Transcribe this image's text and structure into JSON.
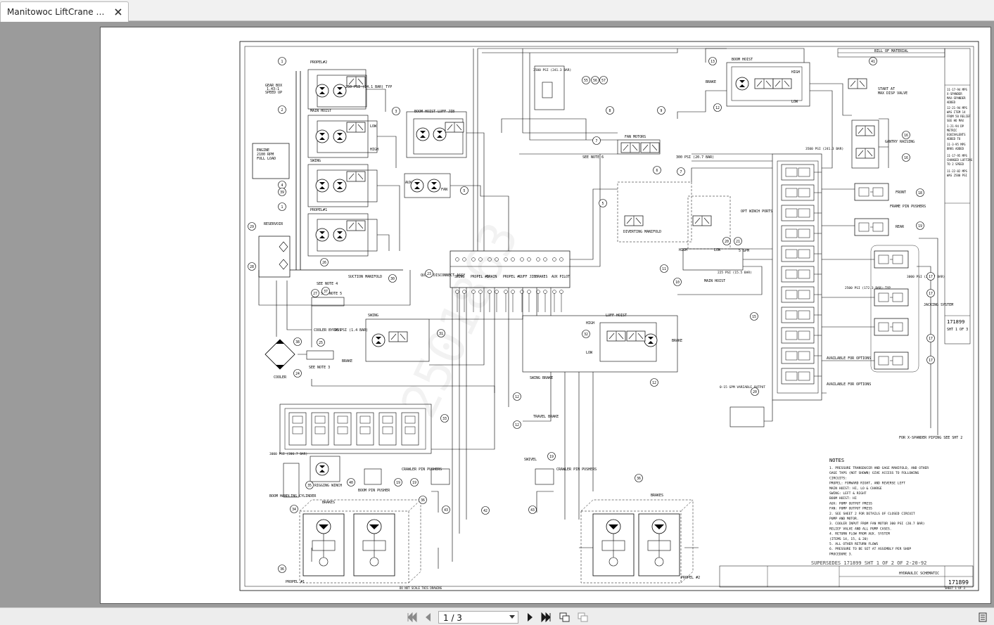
{
  "tab": {
    "title": "Manitowoc LiftCrane M-..."
  },
  "toolbar": {
    "page_indicator": "1 / 3"
  },
  "drawing": {
    "labels": {
      "propel2": "PROPEL#2",
      "main_hoist": "MAIN HOIST",
      "swing": "SWING",
      "propel1": "PROPEL#1",
      "gear_box": "GEAR BOX",
      "gear_ratio": "1.43:1",
      "speed_up": "SPEED UP",
      "engine": "ENGINE",
      "engine_rpm": "2100 RPM",
      "full_load": "FULL LOAD",
      "reservoir": "RESERVOIR",
      "boom_hoist_luff_jib": "BOOM HOIST-LUFF JIB",
      "aux": "AUX",
      "fan": "FAN",
      "fan_motors": "FAN MOTORS",
      "see_note_6": "SEE NOTE 6",
      "boom_hoist": "BOOM HOIST",
      "brake": "BRAKE",
      "start_at": "START AT",
      "max_disp_valve": "MAX DISP VALVE",
      "gantry_raising": "GANTRY RAISING",
      "front": "FRONT",
      "rear": "REAR",
      "frame_pin_pushers": "FRAME PIN PUSHERS",
      "jacking_system": "JACKING SYSTEM",
      "available_for_options": "AVAILABLE FOR OPTIONS",
      "suction_manifold": "SUCTION MANIFOLD",
      "quick_disconnect": "QUICK DISCONNECT ASSY",
      "see_note_4": "SEE NOTE 4",
      "see_note_5": "SEE NOTE 5",
      "see_note_3": "SEE NOTE 3",
      "cooler": "COOLER",
      "cooler_bypass": "COOLER BYPASS",
      "luff_hoist": "LUFF HOIST",
      "high": "HIGH",
      "low": "LOW",
      "swing_brake": "SWING BRAKE",
      "travel_brake": "TRAVEL BRAKE",
      "variable_output": "0-15 GPM VARIABLE OUTPUT",
      "diverting_manifold": "DIVERTING MANIFOLD",
      "opt_winch_ports": "OPT WINCH PORTS",
      "rigging_winch": "RIGGING WINCH",
      "boom_pin_pusher": "BOOM PIN PUSHER",
      "crawler_pin_pushers": "CRAWLER PIN PUSHERS",
      "swivel": "SWIVEL",
      "brakes": "BRAKES",
      "propel_1_bottom": "PROPEL #1",
      "propel_2_bottom": "PROPEL #2",
      "boom_handling_cylinder": "BOOM HANDLING CYLINDER",
      "for_x_spander": "FOR X-SPANDER PIPING SEE SHT 2",
      "do_not_scale": "DO NOT SCALE THIS DRAWING",
      "supersedes": "SUPERSEDES 171899 SHT 1 OF 2 OF 2-20-92",
      "hydraulic_schematic": "HYDRAULIC SCHEMATIC",
      "drawing_number": "171899",
      "sheet": "SHT 1 OF 3",
      "sheet_bottom": "SHEET 1 OF 3",
      "bill_of_material": "BILL OF MATERIAL",
      "psi_250": "250 PSI (24.1 BAR) TYP",
      "psi_3500": "3500 PSI (241.3 BAR)",
      "psi_300": "300 PSI (20.7 BAR)",
      "psi_20": "20 PSI (1.4 BAR)",
      "psi_225": "225 PSI (15.5 BAR)",
      "psi_3000": "3000 PSI (206.7 BAR)",
      "psi_2500": "2500 PSI (172.3 BAR)-TYP",
      "gpm_5": "5 GPM",
      "manifold_cols": [
        "SWING",
        "PROPEL #1",
        "DRAIN",
        "PROPEL #2",
        "LUFF JIB",
        "BRAKES",
        "AUX PILOT"
      ]
    },
    "notes": {
      "title": "NOTES",
      "lines": [
        "1. PRESSURE TRANSDUCER AND GAGE MANIFOLD, AND OTHER",
        "   GAGE TAPS (NOT SHOWN) GIVE ACCESS TO FOLLOWING",
        "   CIRCUITS:",
        "     PROPEL: FORWARD RIGHT, AND REVERSE LEFT",
        "     MAIN HOIST: HI, LO & CHARGE",
        "     SWING: LEFT & RIGHT",
        "     BOOM HOIST: HI",
        "     AUX: PUMP OUTPUT PRESS",
        "     FAN: PUMP OUTPUT PRESS",
        "2. SEE SHEET 2 FOR DETAILS OF CLOSED CIRCUIT",
        "   PUMP AND MOTOR.",
        "3. COOLER INPUT FROM FAN MOTOR 300 PSI (20.7 BAR)",
        "   RELIEF VALVE AND ALL PUMP CASES.",
        "4. RETURN FLOW FROM AUX. SYSTEM",
        "   (ITEMS 14, 15, & 20)",
        "5. ALL OTHER RETURN FLOWS",
        "6. PRESSURE TO BE SET AT ASSEMBLY PER SHOP",
        "   PROCEDURE 3."
      ]
    }
  }
}
